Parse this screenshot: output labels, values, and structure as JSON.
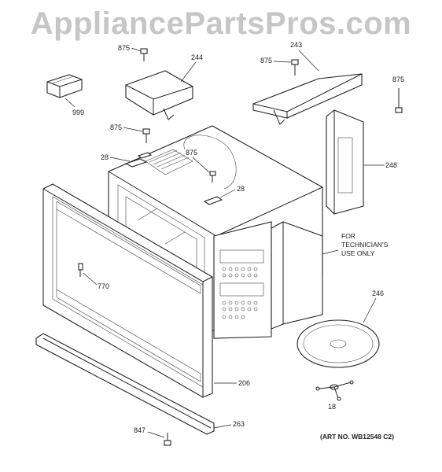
{
  "watermark": "AppliancePartsPros.com",
  "labels": {
    "screw_top_left": "875",
    "cover_244": "244",
    "block_999": "999",
    "screw_mid_left": "875",
    "bracket_28_left": "28",
    "screw_center": "875",
    "bracket_28_center": "28",
    "screw_top_center": "875",
    "cover_243": "243",
    "screw_right": "875",
    "panel_248": "248",
    "screw_770": "770",
    "trim_206": "206",
    "tray_246": "246",
    "support_18": "18",
    "screw_847": "847",
    "trim_263": "263"
  },
  "note": {
    "line1": "FOR",
    "line2": "TECHNICIAN'S",
    "line3": "USE ONLY"
  },
  "art_number": "(ART NO. WB12548 C2)"
}
